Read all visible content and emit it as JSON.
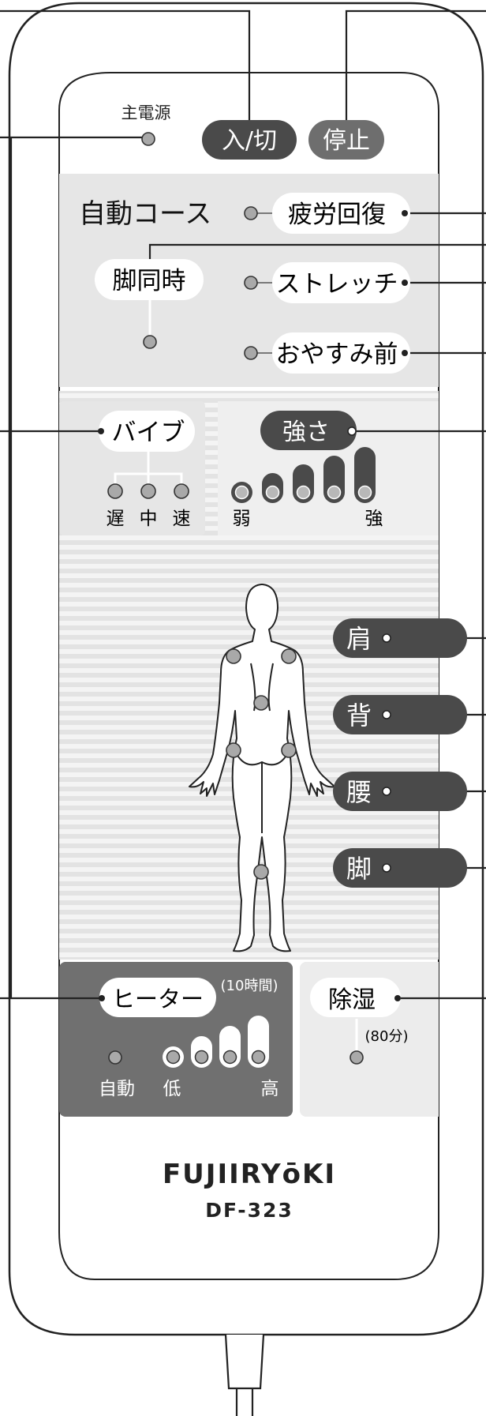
{
  "main_power_label": "主電源",
  "top_buttons": {
    "power": "入/切",
    "stop": "停止"
  },
  "auto_course": {
    "label": "自動コース",
    "courses": [
      "疲労回復",
      "ストレッチ",
      "おやすみ前"
    ]
  },
  "leg_simultaneous_label": "脚同時",
  "vibe": {
    "label": "バイブ",
    "speeds": [
      "遅",
      "中",
      "速"
    ]
  },
  "strength": {
    "label": "強さ",
    "weak": "弱",
    "strong": "強",
    "levels": 5
  },
  "body_parts": [
    "肩",
    "背",
    "腰",
    "脚"
  ],
  "heater": {
    "label": "ヒーター",
    "timer": "(10時間)",
    "auto": "自動",
    "low": "低",
    "high": "高"
  },
  "dehumid": {
    "label": "除湿",
    "timer": "(80分)"
  },
  "brand": {
    "name": "FUJIIRYōKI",
    "model": "DF-323"
  },
  "colors": {
    "panel_gray": "#e6e6e6",
    "dark_button": "#4a4a4a",
    "heater_panel": "#707070"
  }
}
